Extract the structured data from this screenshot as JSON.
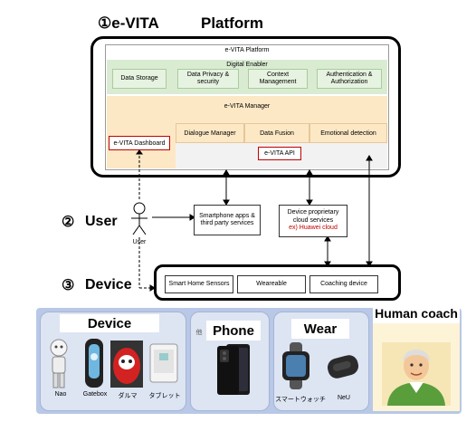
{
  "headers": {
    "evita": "①e-VITA",
    "platform": "Platform",
    "user_num": "②",
    "user": "User",
    "device_num": "③",
    "device": "Device"
  },
  "platform": {
    "title": "e-VITA Platform",
    "digital_enabler": {
      "title": "Digital Enabler",
      "items": [
        "Data Storage",
        "Data Privacy & security",
        "Context Management",
        "Authentication & Authorization"
      ]
    },
    "manager": {
      "title": "e-VITA Manager",
      "items": [
        "Dialogue Manager",
        "Data Fusion",
        "Emotional detection"
      ],
      "dashboard": "e-VITA Dashboard",
      "api": "e-VITA API"
    }
  },
  "user_layer": {
    "user_label": "User",
    "smartphone_apps": "Smartphone apps & third party services",
    "cloud_services": "Device proprietary cloud services",
    "cloud_example": "ex) Huawei cloud"
  },
  "device_layer": {
    "items": [
      "Smart Home Sensors",
      "Weareable",
      "Coaching device"
    ]
  },
  "bottom": {
    "device_title": "Device",
    "device_items": [
      "Nao",
      "Gatebox",
      "ダルマ",
      "タブレット"
    ],
    "phone_title": "Phone",
    "phone_note": "他",
    "wear_title": "Wear",
    "wear_items": [
      "スマートウォッチ",
      "NeU"
    ],
    "coach_title": "Human coach"
  },
  "colors": {
    "green": "#d9ecd2",
    "peach": "#fde8c5",
    "red": "#c00000",
    "panel": "#b8c8e6"
  }
}
